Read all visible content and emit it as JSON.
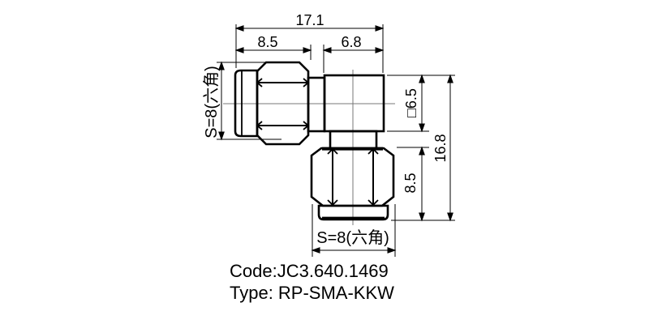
{
  "drawing": {
    "title": "RP-SMA right-angle connector technical drawing",
    "dim_overall_width": "17.1",
    "dim_hex_length": "8.5",
    "dim_body_width": "6.8",
    "dim_left_hex": "S=8(六角)",
    "dim_body_square": "□6.5",
    "dim_vertical_length": "8.5",
    "dim_overall_height": "16.8",
    "dim_bottom_hex": "S=8(六角)",
    "note_code": "Code:JC3.640.1469",
    "note_type": "Type: RP-SMA-KKW"
  },
  "colors": {
    "outline": "#000000",
    "dimension": "#000000",
    "centerline": "#777777",
    "background": "#ffffff"
  }
}
